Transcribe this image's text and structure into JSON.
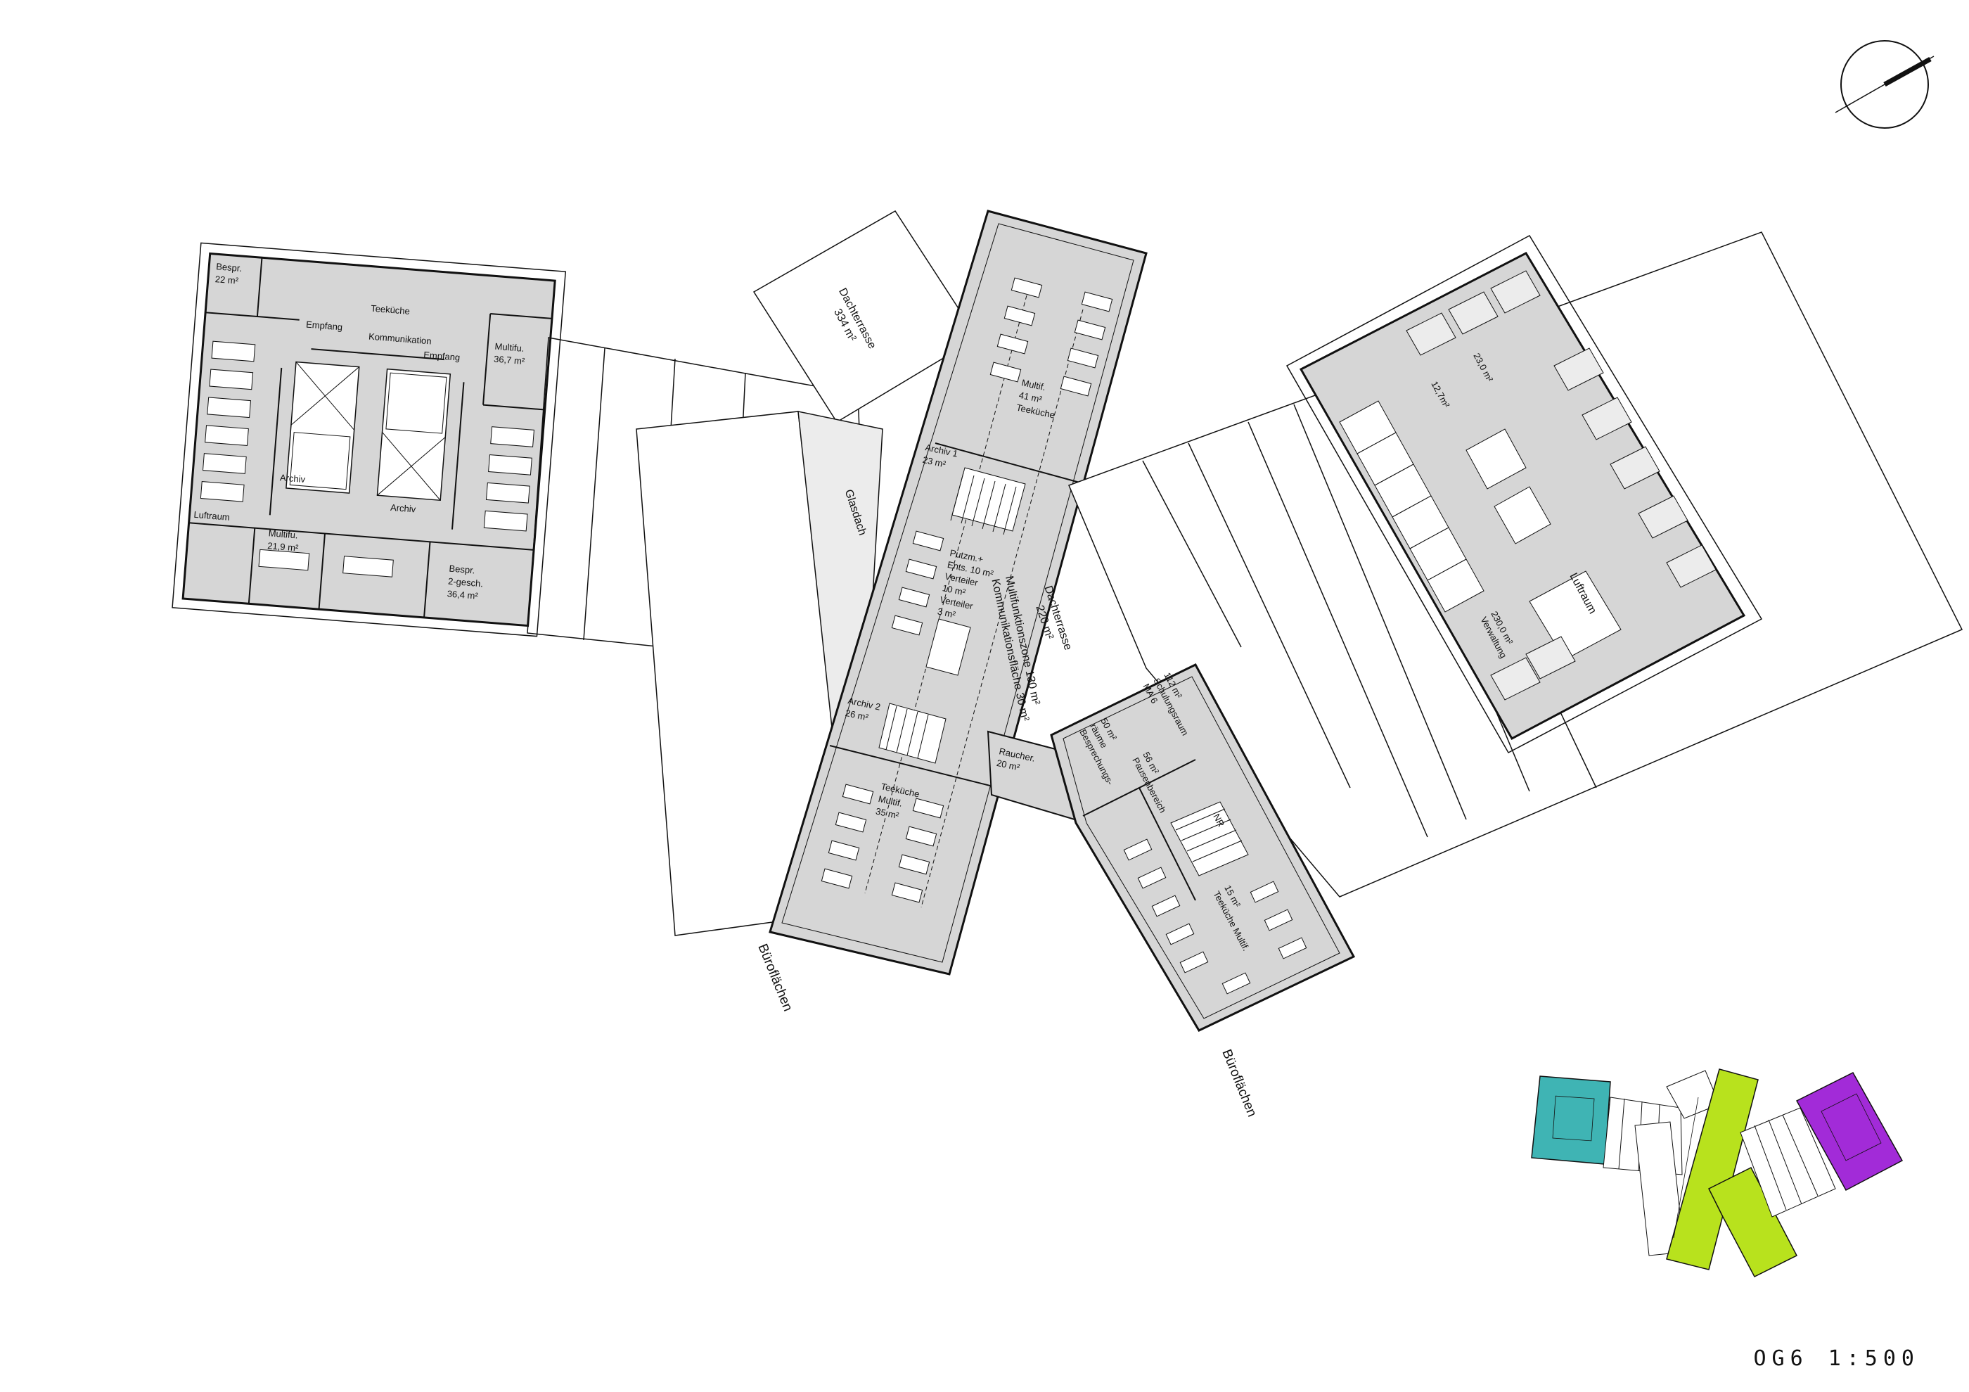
{
  "sheet": {
    "floor": "OG6",
    "scale": "1:500"
  },
  "colors": {
    "floor_fill": "#d6d6d6",
    "glass_roof": "#ececec",
    "line": "#111111",
    "key_west": "#3fb4b4",
    "key_center": "#b8e21d",
    "key_east": "#a22bd8"
  },
  "west_wing": {
    "rooms": [
      {
        "id": "bespr1",
        "lines": [
          "Bespr.",
          "22 m²"
        ]
      },
      {
        "id": "teekueche",
        "lines": [
          "Teeküche"
        ]
      },
      {
        "id": "empfang1",
        "lines": [
          "Empfang"
        ]
      },
      {
        "id": "kommunikation",
        "lines": [
          "Kommunikation"
        ]
      },
      {
        "id": "empfang2",
        "lines": [
          "Empfang"
        ]
      },
      {
        "id": "multifu1",
        "lines": [
          "Multifu.",
          "36,7 m²"
        ]
      },
      {
        "id": "archiv1",
        "lines": [
          "Archiv"
        ]
      },
      {
        "id": "archiv2",
        "lines": [
          "Archiv"
        ]
      },
      {
        "id": "luftraum",
        "lines": [
          "Luftraum"
        ]
      },
      {
        "id": "multifu2",
        "lines": [
          "Multifu.",
          "21,9 m²"
        ]
      },
      {
        "id": "bespr2",
        "lines": [
          "Bespr.",
          "2-gesch.",
          "36,4 m²"
        ]
      }
    ]
  },
  "center_wing": {
    "rooms": [
      {
        "id": "multif41",
        "lines": [
          "Multif.",
          "41 m²",
          "Teeküche"
        ]
      },
      {
        "id": "archiv1",
        "lines": [
          "Archiv 1",
          "23 m²"
        ]
      },
      {
        "id": "putzm",
        "lines": [
          "Putzm.+",
          "Ents. 10 m²",
          "Verteiler",
          "10 m²",
          "Verteiler",
          "3 m²"
        ]
      },
      {
        "id": "multifunktion",
        "lines": [
          "Multifunktionszone 130 m²",
          "Kommunikationsfläche 30 m²"
        ]
      },
      {
        "id": "archiv2",
        "lines": [
          "Archiv 2",
          "26 m²"
        ]
      },
      {
        "id": "teekueche35",
        "lines": [
          "Teeküche",
          "Multif.",
          "35 m²"
        ]
      }
    ]
  },
  "south_wing": {
    "rooms": [
      {
        "id": "ma6",
        "lines": [
          "MA 6",
          "Schulungsraum",
          "112 m²"
        ]
      },
      {
        "id": "besprechung",
        "lines": [
          "Besprechungs-",
          "räume",
          "50 m²"
        ]
      },
      {
        "id": "pausen",
        "lines": [
          "Pausenbereich",
          "56 m²"
        ]
      },
      {
        "id": "raucher",
        "lines": [
          "Raucher.",
          "20 m²"
        ]
      },
      {
        "id": "nr",
        "lines": [
          "NR"
        ]
      },
      {
        "id": "teekueche15",
        "lines": [
          "Teeküche  Multif.",
          "15 m²"
        ]
      }
    ]
  },
  "east_wing": {
    "rooms": [
      {
        "id": "r23",
        "lines": [
          "23,0 m²"
        ]
      },
      {
        "id": "r127",
        "lines": [
          "12,7m²"
        ]
      },
      {
        "id": "luftraum",
        "lines": [
          "Luftraum"
        ]
      },
      {
        "id": "verwaltung",
        "lines": [
          "Verwaltung",
          "230,0 m²"
        ]
      }
    ]
  },
  "roofs": [
    {
      "id": "dachterrasse1",
      "lines": [
        "Dachterrasse",
        "334 m²"
      ]
    },
    {
      "id": "glasdach",
      "lines": [
        "Glasdach"
      ]
    },
    {
      "id": "dachterrasse2",
      "lines": [
        "Dachterrasse",
        "220 m²"
      ]
    }
  ],
  "captions": {
    "bueroflaechen_left": "Büroflächen",
    "bueroflaechen_right": "Büroflächen"
  }
}
